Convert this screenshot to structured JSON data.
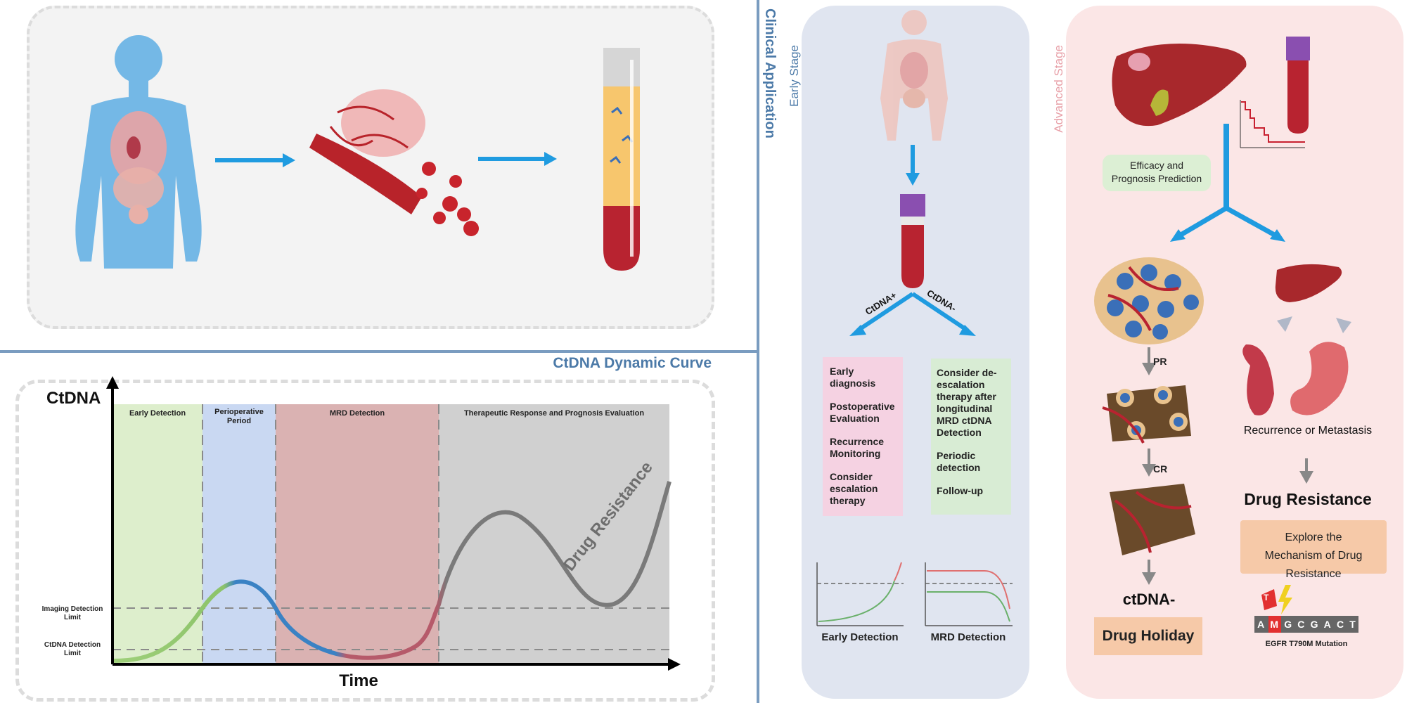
{
  "curve": {
    "title": "CtDNA Dynamic Curve",
    "y_axis_label": "CtDNA",
    "x_axis_label": "Time",
    "phases": [
      "Early Detection",
      "Perioperative Period",
      "MRD Detection",
      "Therapeutic Response and Prognosis Evaluation"
    ],
    "threshold_labels": [
      "Imaging Detection Limit",
      "CtDNA Detection Limit"
    ],
    "curve_annotation": "Drug Resistance",
    "colors": {
      "early": "#c8e6a8",
      "perioperative": "#aac4f0",
      "mrd": "#d49a98",
      "therapeutic": "#bdbdbd",
      "accent": "#4c7aa8"
    }
  },
  "clinical": {
    "heading": "Clinical Application",
    "early_stage": {
      "label": "Early Stage",
      "branch_positive": "CtDNA+",
      "branch_negative": "CtDNA-",
      "positive_items": [
        "Early diagnosis",
        "Postoperative Evaluation",
        "Recurrence Monitoring",
        "Consider escalation therapy"
      ],
      "negative_items": [
        "Consider de-escalation therapy after longitudinal MRD ctDNA Detection",
        "Periodic detection",
        "Follow-up"
      ],
      "mini_chart_labels": [
        "Early Detection",
        "MRD Detection"
      ]
    },
    "advanced_stage": {
      "label": "Advanced Stage",
      "prediction_box": "Efficacy and Prognosis Prediction",
      "response_labels": [
        "PR",
        "CR"
      ],
      "ctdna_negative": "ctDNA-",
      "drug_holiday": "Drug Holiday",
      "recurrence": "Recurrence or Metastasis",
      "drug_resistance": "Drug Resistance",
      "mechanism_box": "Explore the Mechanism of Drug Resistance",
      "mutation_letters": [
        "A",
        "M",
        "G",
        "C",
        "G",
        "A",
        "C",
        "T"
      ],
      "mutation_marker": "T",
      "mutation_label": "EGFR T790M Mutation"
    }
  }
}
